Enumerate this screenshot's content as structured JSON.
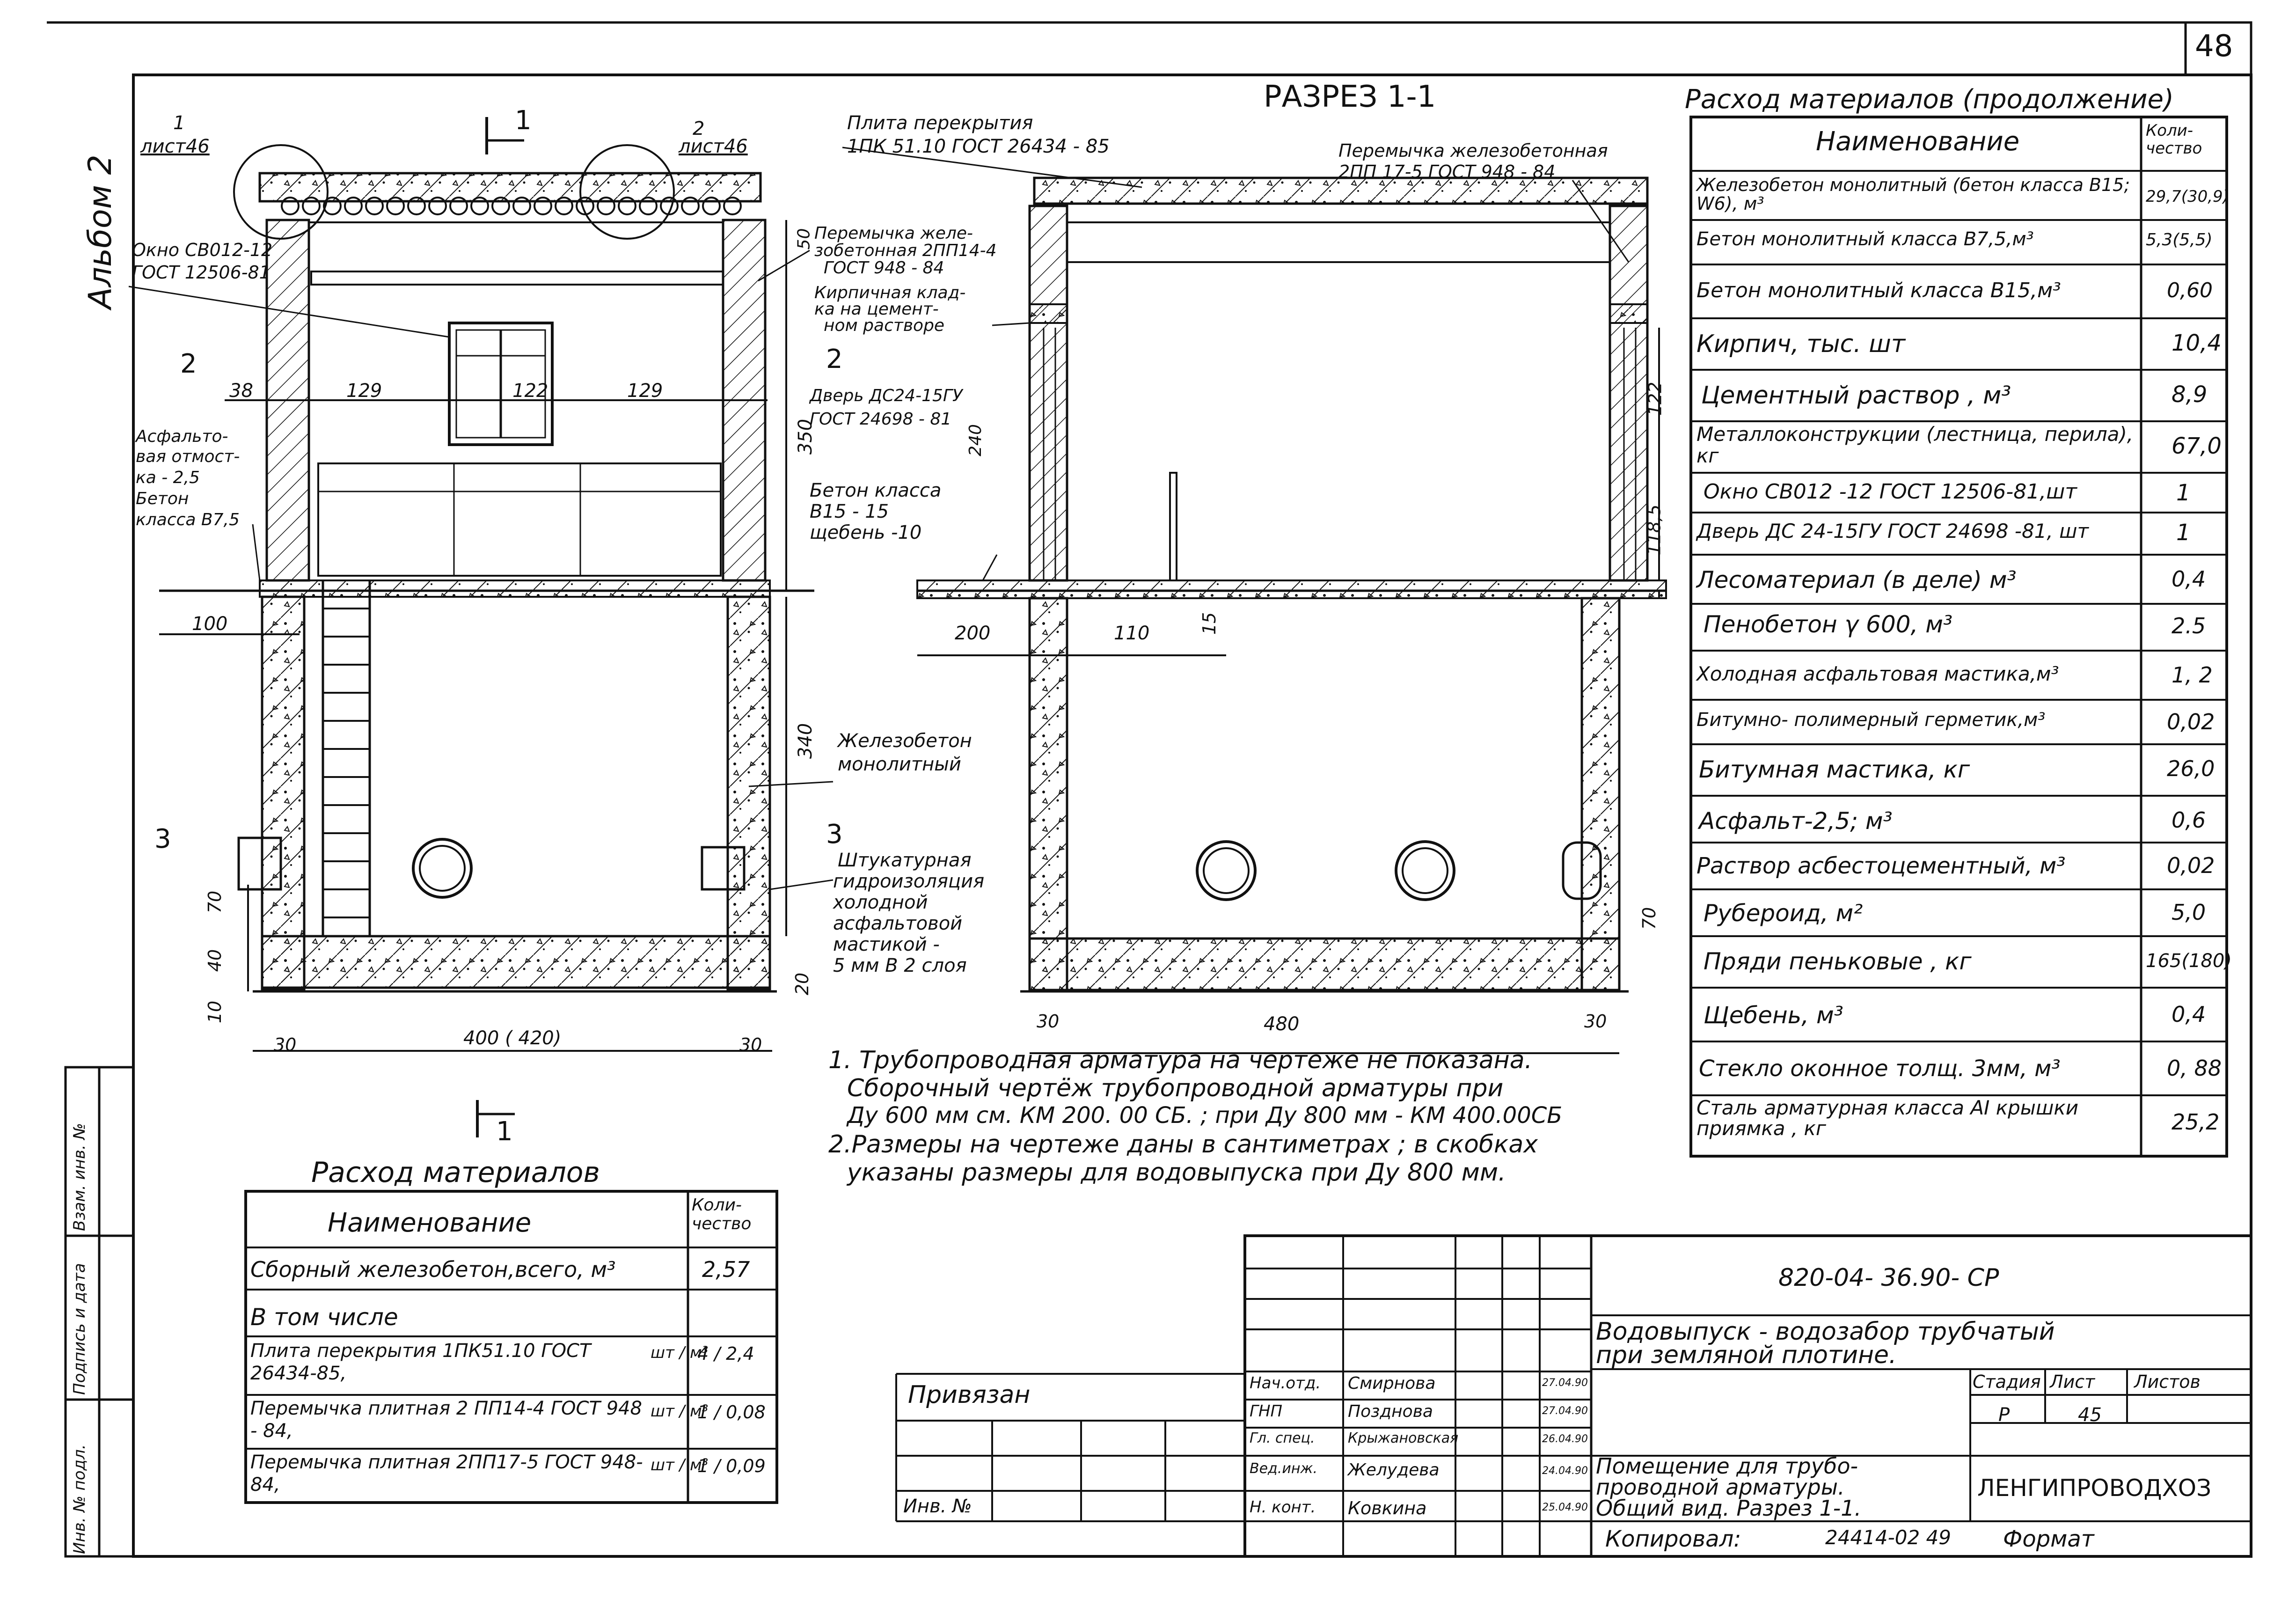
{
  "page_number": "48",
  "album_label": "Альбом 2",
  "section_title": "РАЗРЕЗ 1-1",
  "callouts": {
    "sheet_ref_left_num": "1",
    "sheet_ref_left_text": "лист46",
    "sheet_ref_right_num": "2",
    "sheet_ref_right_text": "лист46",
    "cut_top_label": "1",
    "cut_bottom_label": "1",
    "window_label_1": "Окно СВ012-12",
    "window_label_2": "ГОСТ 12506-81",
    "lintel_left_1": "Перемычка желе-",
    "lintel_left_2": "зобетонная 2ПП14-4",
    "lintel_left_3": "ГОСТ 948 - 84",
    "brick_1": "Кирпичная клад-",
    "brick_2": "ка на цемент-",
    "brick_3": "ном растворе",
    "door_1": "Дверь ДС24-15ГУ",
    "door_2": "ГОСТ 24698 - 81",
    "concrete_1": "Бетон класса",
    "concrete_2": "В15 - 15",
    "concrete_3": "щебень -10",
    "asphalt_1": "Асфальто-",
    "asphalt_2": "вая отмост-",
    "asphalt_3": "ка - 2,5",
    "asphalt_4": "Бетон",
    "asphalt_5": "класса В7,5",
    "slab_1": "Плита перекрытия",
    "slab_2": "1ПК 51.10 ГОСТ 26434 - 85",
    "lintel_right_1": "Перемычка железобетонная",
    "lintel_right_2": "2ПП 17-5  ГОСТ  948 - 84",
    "rc_1": "Железобетон",
    "rc_2": "монолитный",
    "plaster_1": "Штукатурная",
    "plaster_2": "гидроизоляция",
    "plaster_3": "холодной",
    "plaster_4": "асфальтовой",
    "plaster_5": "мастикой -",
    "plaster_6": "5 мм  В 2 слоя",
    "mark_2": "2",
    "mark_2b": "2",
    "mark_3": "3",
    "mark_3b": "3"
  },
  "dimensions": {
    "d38": "38",
    "d129a": "129",
    "d122": "122",
    "d129b": "129",
    "d50": "50",
    "d350": "350",
    "d240": "240",
    "d100": "100",
    "d340": "340",
    "d70": "70",
    "d40": "40",
    "d10": "10",
    "d20": "20",
    "d30a": "30",
    "d400": "400 ( 420)",
    "d30b": "30",
    "d200": "200",
    "d110": "110",
    "d15": "15",
    "d122r": "122",
    "d1185": "118,5",
    "d30c": "30",
    "d480": "480",
    "d30d": "30",
    "d70r": "70"
  },
  "notes": [
    "1. Трубопроводная  арматура  на чертеже  не показана.",
    "Сборочный   чертёж  трубопроводной  арматуры  при",
    "Ду 600 мм  см. КМ  200. 00 СБ.     ;  при Ду 800 мм - КМ 400.00СБ",
    "2.Размеры  на  чертеже  даны в сантиметрах ;  в скобках",
    "указаны размеры  для  водовыпуска  при Ду 800 мм."
  ],
  "right_table": {
    "title": "Расход материалов (продолжение)",
    "headers": [
      "Наименование",
      "Коли-чество"
    ],
    "rows": [
      [
        "Железобетон  монолитный (бетон класса В15; W6), м³",
        "29,7(30,9)"
      ],
      [
        "Бетон монолитный класса В7,5,м³",
        "5,3(5,5)"
      ],
      [
        "Бетон монолитный класса В15,м³",
        "0,60"
      ],
      [
        "Кирпич, тыс. шт",
        "10,4"
      ],
      [
        "Цементный  раствор    , м³",
        "8,9"
      ],
      [
        "Металлоконструкции (лестница, перила), кг",
        "67,0"
      ],
      [
        "Окно  СВ012 -12  ГОСТ 12506-81,шт",
        "1"
      ],
      [
        "Дверь ДС 24-15ГУ ГОСТ 24698 -81, шт",
        "1"
      ],
      [
        "Лесоматериал  (в деле) м³",
        "0,4"
      ],
      [
        "Пенобетон  γ 600,  м³",
        "2.5"
      ],
      [
        "Холодная асфальтовая мастика,м³",
        "1, 2"
      ],
      [
        "Битумно- полимерный герметик,м³",
        "0,02"
      ],
      [
        "Битумная  мастика, кг",
        "26,0"
      ],
      [
        "Асфальт-2,5;  м³",
        "0,6"
      ],
      [
        "Раствор асбестоцементный, м³",
        "0,02"
      ],
      [
        "Рубероид, м²",
        "5,0"
      ],
      [
        "Пряди  пеньковые ,  кг",
        "165(180)"
      ],
      [
        "Щебень, м³",
        "0,4"
      ],
      [
        "Стекло  оконное толщ. 3мм, м³",
        "0, 88"
      ],
      [
        "Сталь арматурная класса АI крышки приямка , кг",
        "25,2"
      ]
    ]
  },
  "left_table": {
    "title": "Расход   материалов",
    "headers": [
      "Наименование",
      "Коли-чество"
    ],
    "rows": [
      {
        "name": "Сборный железобетон,всего, м³",
        "unit": "",
        "qty": "2,57"
      },
      {
        "name": "В том числе",
        "unit": "",
        "qty": ""
      },
      {
        "name": "Плита перекрытия 1ПК51.10 ГОСТ  26434-85,",
        "unit": "шт / м³",
        "qty": "4 / 2,4"
      },
      {
        "name": "Перемычка  плитная 2 ПП14-4  ГОСТ 948 - 84,",
        "unit": "шт / м³",
        "qty": "1 / 0,08"
      },
      {
        "name": "Перемычка  плитная 2ПП17-5 ГОСТ 948-84,",
        "unit": "шт / м³",
        "qty": "1 / 0,09"
      }
    ]
  },
  "side_stamp": [
    "Инв. № подл.",
    "Подпись и дата",
    "Взам. инв. №"
  ],
  "title_block": {
    "doc_code": "820-04-   36.90-   СР",
    "project_title_1": "Водовыпуск - водозабор  трубчатый",
    "project_title_2": "при  земляной  плотине.",
    "sheet_title_1": "Помещение  для трубо-",
    "sheet_title_2": "проводной  арматуры.",
    "sheet_title_3": "Общий  вид. Разрез 1-1.",
    "stage_header": "Стадия",
    "sheet_header": "Лист",
    "sheets_header": "Листов",
    "stage": "Р",
    "sheet": "45",
    "sheets": "",
    "org": "ЛЕНГИПРОВОДХОЗ",
    "privyazan": "Привязан",
    "inv": "Инв. №",
    "copied": "Копировал:",
    "copied_sig": "24414-02  49",
    "format": "Формат",
    "people": [
      {
        "role": "Нач.отд.",
        "name": "Смирнова",
        "date": "27.04.90"
      },
      {
        "role": "ГНП",
        "name": "Позднова",
        "date": "27.04.90"
      },
      {
        "role": "Гл. спец.",
        "name": "Крыжановская",
        "date": "26.04.90"
      },
      {
        "role": "Вед.инж.",
        "name": "Желудева",
        "date": "24.04.90"
      },
      {
        "role": "Н. конт.",
        "name": "Ковкина",
        "date": "25.04.90"
      }
    ]
  }
}
